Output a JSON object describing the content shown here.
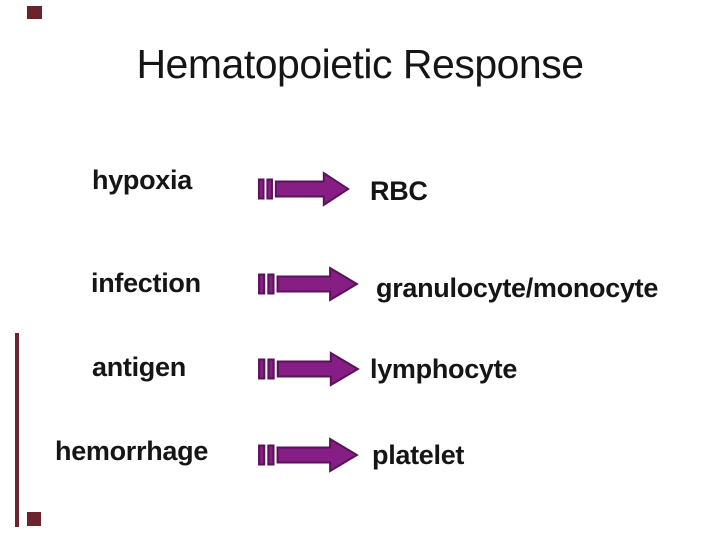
{
  "slide": {
    "title": "Hematopoietic Response",
    "arrow_icon": "striped-right-arrow-icon",
    "rows": [
      {
        "stimulus": "hypoxia",
        "response": "RBC"
      },
      {
        "stimulus": "infection",
        "response": "granulocyte/monocyte"
      },
      {
        "stimulus": "antigen",
        "response": "lymphocyte"
      },
      {
        "stimulus": "hemorrhage",
        "response": "platelet"
      }
    ],
    "colors": {
      "background": "#ffffff",
      "text": "#151515",
      "arrow_fill": "#861E86",
      "arrow_outline": "#5A1358",
      "border_fragment": "#6B232E"
    }
  }
}
